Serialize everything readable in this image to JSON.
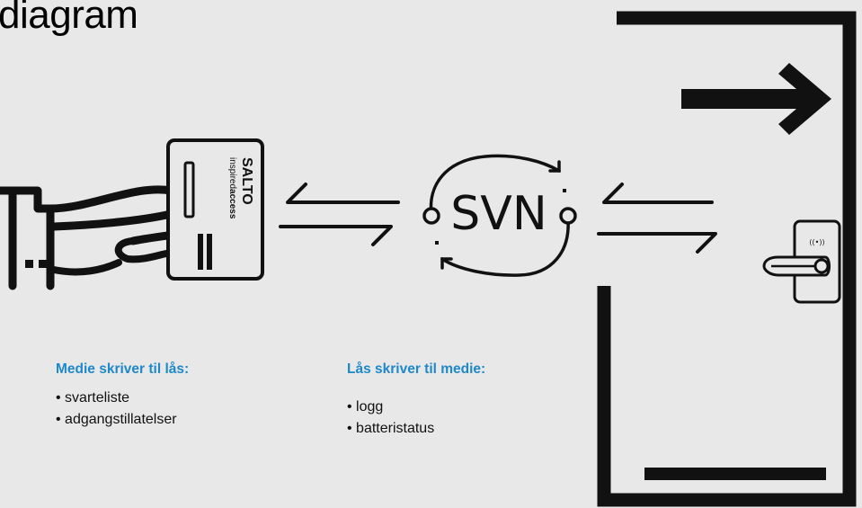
{
  "title": "diagram",
  "colors": {
    "accent": "#1e88c8",
    "ink": "#111111",
    "background": "#e8e8e8",
    "card": "#e8e8e8"
  },
  "hub_label": "SVN",
  "card": {
    "brand": "SALTO",
    "tagline_prefix": "inspired",
    "tagline_suffix": "access"
  },
  "lock_signal_glyph": "((•))",
  "left_block": {
    "heading": "Medie skriver til lås:",
    "items": [
      "svarteliste",
      "adgangstillatelser"
    ]
  },
  "right_block": {
    "heading": "Lås skriver til medie:",
    "items": [
      "logg",
      "batteristatus"
    ]
  },
  "icons": [
    "hand-icon",
    "card-icon",
    "sync-cycle-icon",
    "lock-icon",
    "door-frame-icon",
    "exit-arrow-icon"
  ]
}
